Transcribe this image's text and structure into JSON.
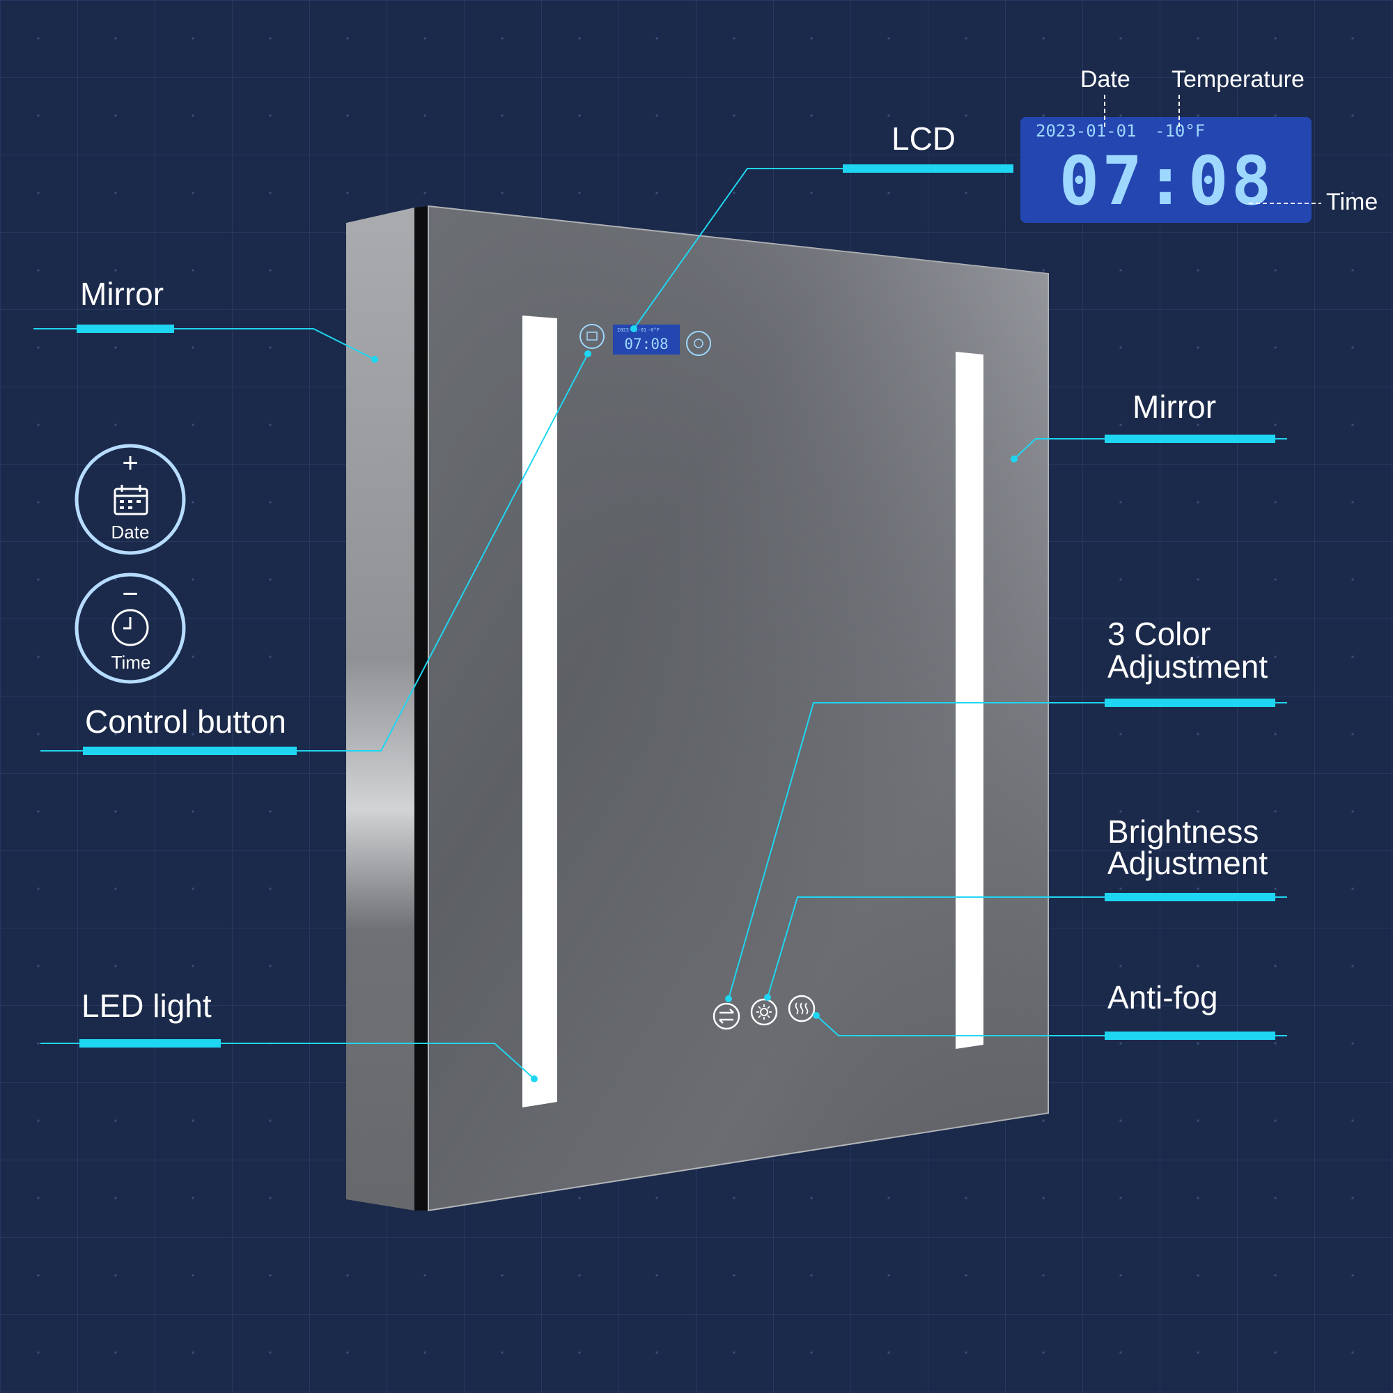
{
  "colors": {
    "background": "#1b2a4a",
    "grid": "#2a3d6b",
    "accent": "#1fd6f2",
    "lcd_panel": "#2446b0",
    "lcd_digits": "#9fd8ff",
    "label_text": "#ffffff"
  },
  "lcd": {
    "title": "LCD",
    "date_caption": "Date",
    "temperature_caption": "Temperature",
    "time_caption": "Time",
    "date_value": "2023-01-01",
    "temperature_value": "-10°F",
    "time_value": "07:08"
  },
  "mini_lcd": {
    "date_value": "2023-01-01",
    "temperature_value": "-0°F",
    "time_value": "07:08"
  },
  "labels": {
    "mirror_left": "Mirror",
    "mirror_right": "Mirror",
    "control_button": "Control button",
    "led_light": "LED light",
    "color_adjustment_line1": "3 Color",
    "color_adjustment_line2": "Adjustment",
    "brightness_adjustment_line1": "Brightness",
    "brightness_adjustment_line2": "Adjustment",
    "anti_fog": "Anti-fog"
  },
  "control_icons": {
    "date_button": {
      "symbol": "+",
      "label": "Date",
      "icon": "calendar-icon"
    },
    "time_button": {
      "symbol": "−",
      "label": "Time",
      "icon": "clock-icon"
    }
  },
  "touch_buttons": [
    "color-swap-icon",
    "brightness-icon",
    "anti-fog-icon"
  ]
}
